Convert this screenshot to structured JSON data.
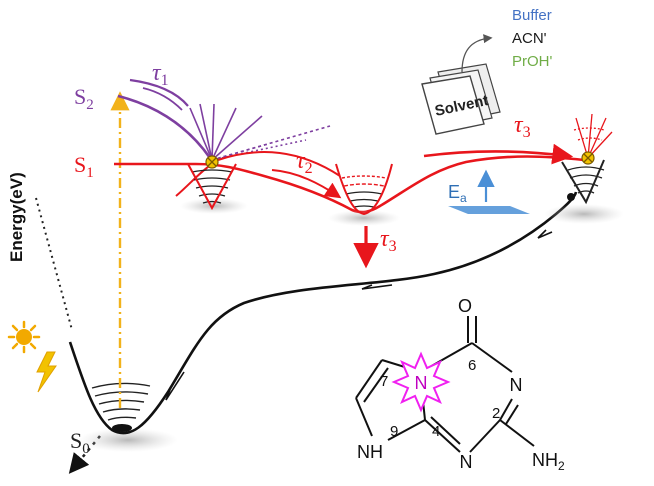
{
  "axis": {
    "ylabel": "Energy(eV)"
  },
  "states": {
    "s0": {
      "letter": "S",
      "sub": "0"
    },
    "s1": {
      "letter": "S",
      "sub": "1"
    },
    "s2": {
      "letter": "S",
      "sub": "2"
    }
  },
  "lifetimes": {
    "t1": {
      "sym": "τ",
      "sub": "1"
    },
    "t2": {
      "sym": "τ",
      "sub": "2"
    },
    "t3_down": {
      "sym": "τ",
      "sub": "3"
    },
    "t3_right": {
      "sym": "τ",
      "sub": "3"
    }
  },
  "barrier": {
    "sym": "E",
    "sub": "a"
  },
  "solvent": {
    "box_label": "Solvent",
    "list": [
      {
        "label": "Buffer",
        "color": "#4472c4"
      },
      {
        "label": "ACN'",
        "color": "#1a1a1a"
      },
      {
        "label": "PrOH'",
        "color": "#70ad47"
      }
    ]
  },
  "molecule": {
    "atoms": {
      "O": "O",
      "N_top_right": "N",
      "N_center": "N",
      "N_bottom": "N",
      "NH": "NH",
      "NH2": "NH",
      "NH2_sub": "2"
    },
    "numbers": {
      "n7": "7",
      "n6": "6",
      "n9": "9",
      "n4": "4",
      "n2": "2"
    }
  },
  "colors": {
    "s1_curve": "#e8161c",
    "s2_curve": "#7e3fa0",
    "ground_curve": "#111111",
    "excitation_arrow": "#f2b21b",
    "barrier_arrow": "#4a8fd6",
    "conical_marker": "#f2c200",
    "burst": "#f020f0",
    "sun": "#f2a900"
  }
}
